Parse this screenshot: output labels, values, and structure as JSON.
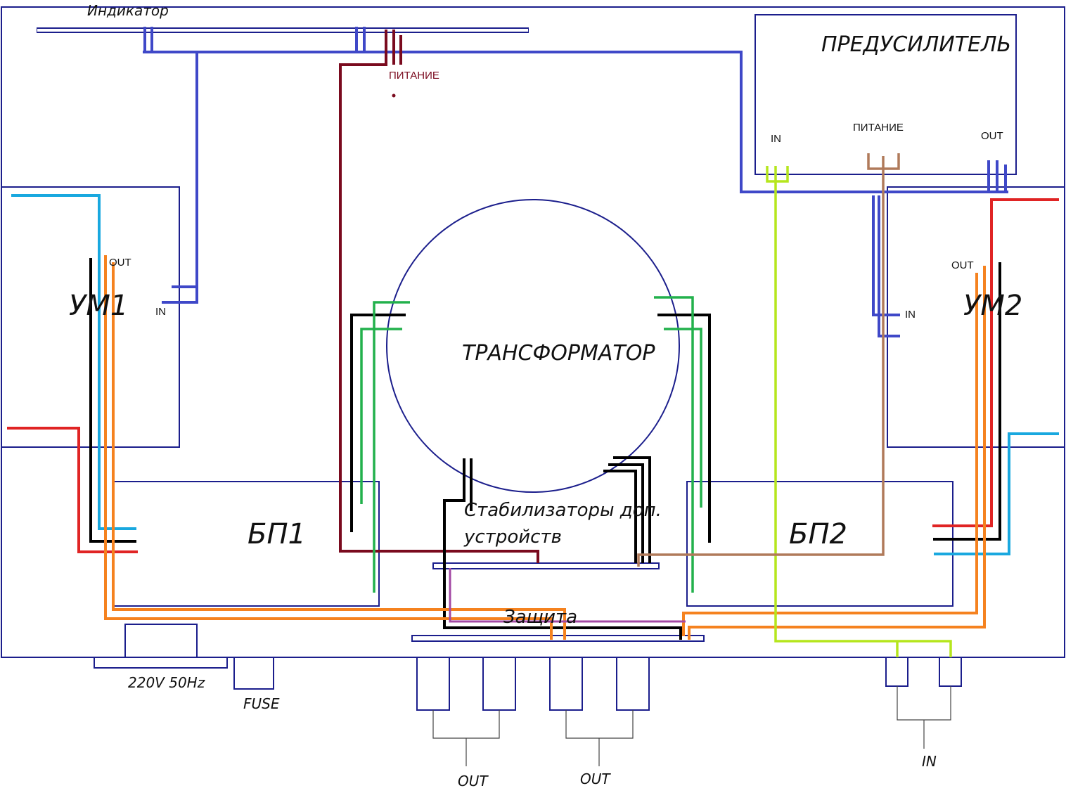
{
  "labels": {
    "indicator": "Индикатор",
    "preamp": "ПРЕДУСИЛИТЕЛЬ",
    "preamp_in": "IN",
    "preamp_power": "ПИТАНИЕ",
    "preamp_out": "OUT",
    "indicator_power": "ПИТАНИЕ",
    "amp1": "УМ1",
    "amp1_out": "OUT",
    "amp1_in": "IN",
    "amp2": "УМ2",
    "amp2_out": "OUT",
    "amp2_in": "IN",
    "transformer": "ТРАНСФОРМАТОР",
    "psu1": "БП1",
    "psu2": "БП2",
    "stabilizers_line1": "Стабилизаторы доп.",
    "stabilizers_line2": "устройств",
    "protection": "Защита",
    "mains": "220V 50Hz",
    "fuse": "FUSE",
    "out_left": "OUT",
    "out_right": "OUT",
    "in_bottom": "IN"
  },
  "colors": {
    "frame": "#1b1e8c",
    "signal_blue": "#3f48c8",
    "dark_red": "#7a0a1e",
    "red": "#e02424",
    "cyan": "#19a8df",
    "black": "#000000",
    "orange": "#f5821f",
    "green": "#22b14c",
    "lime": "#b5e61d",
    "brown": "#b07a5a",
    "purple": "#a349a4"
  }
}
